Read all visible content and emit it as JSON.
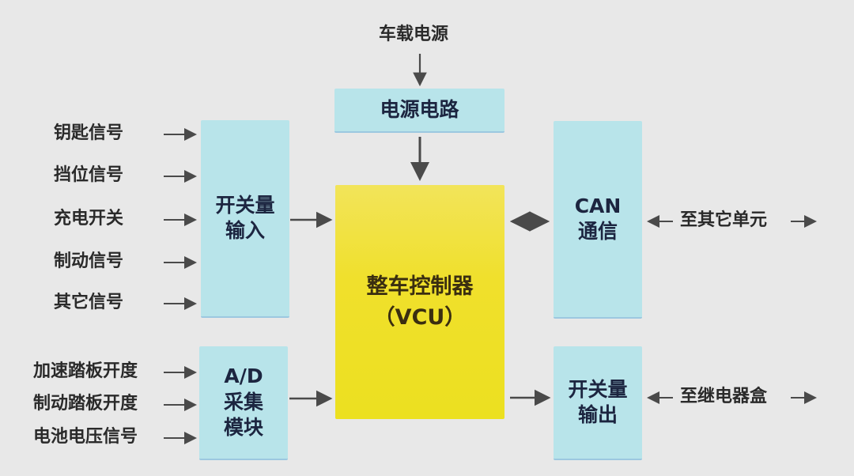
{
  "title": "整车控制器（VCU）结构框图",
  "colors": {
    "background": "#e8e8e8",
    "module_fill": "#b8e4ea",
    "vcu_fill": "#f0e02c",
    "arrow": "#4a4a4a",
    "text": "#2a2a2a"
  },
  "power_source": "车载电源",
  "power_circuit": "电源电路",
  "switch_input": {
    "label_line1": "开关量",
    "label_line2": "输入",
    "signals": [
      "钥匙信号",
      "挡位信号",
      "充电开关",
      "制动信号",
      "其它信号"
    ]
  },
  "ad_module": {
    "label_line1": "A/D",
    "label_line2": "采集",
    "label_line3": "模块",
    "signals": [
      "加速踏板开度",
      "制动踏板开度",
      "电池电压信号"
    ]
  },
  "vcu": {
    "label_line1": "整车控制器",
    "label_line2": "（VCU）"
  },
  "can": {
    "label_line1": "CAN",
    "label_line2": "通信",
    "target": "至其它单元"
  },
  "switch_output": {
    "label_line1": "开关量",
    "label_line2": "输出",
    "target": "至继电器盒"
  },
  "connections": [
    {
      "from": "车载电源",
      "to": "电源电路",
      "direction": "one-way"
    },
    {
      "from": "电源电路",
      "to": "整车控制器",
      "direction": "one-way"
    },
    {
      "from": "开关量输入",
      "to": "整车控制器",
      "direction": "one-way"
    },
    {
      "from": "A/D采集模块",
      "to": "整车控制器",
      "direction": "one-way"
    },
    {
      "from": "整车控制器",
      "to": "CAN通信",
      "direction": "two-way"
    },
    {
      "from": "整车控制器",
      "to": "开关量输出",
      "direction": "one-way"
    }
  ]
}
